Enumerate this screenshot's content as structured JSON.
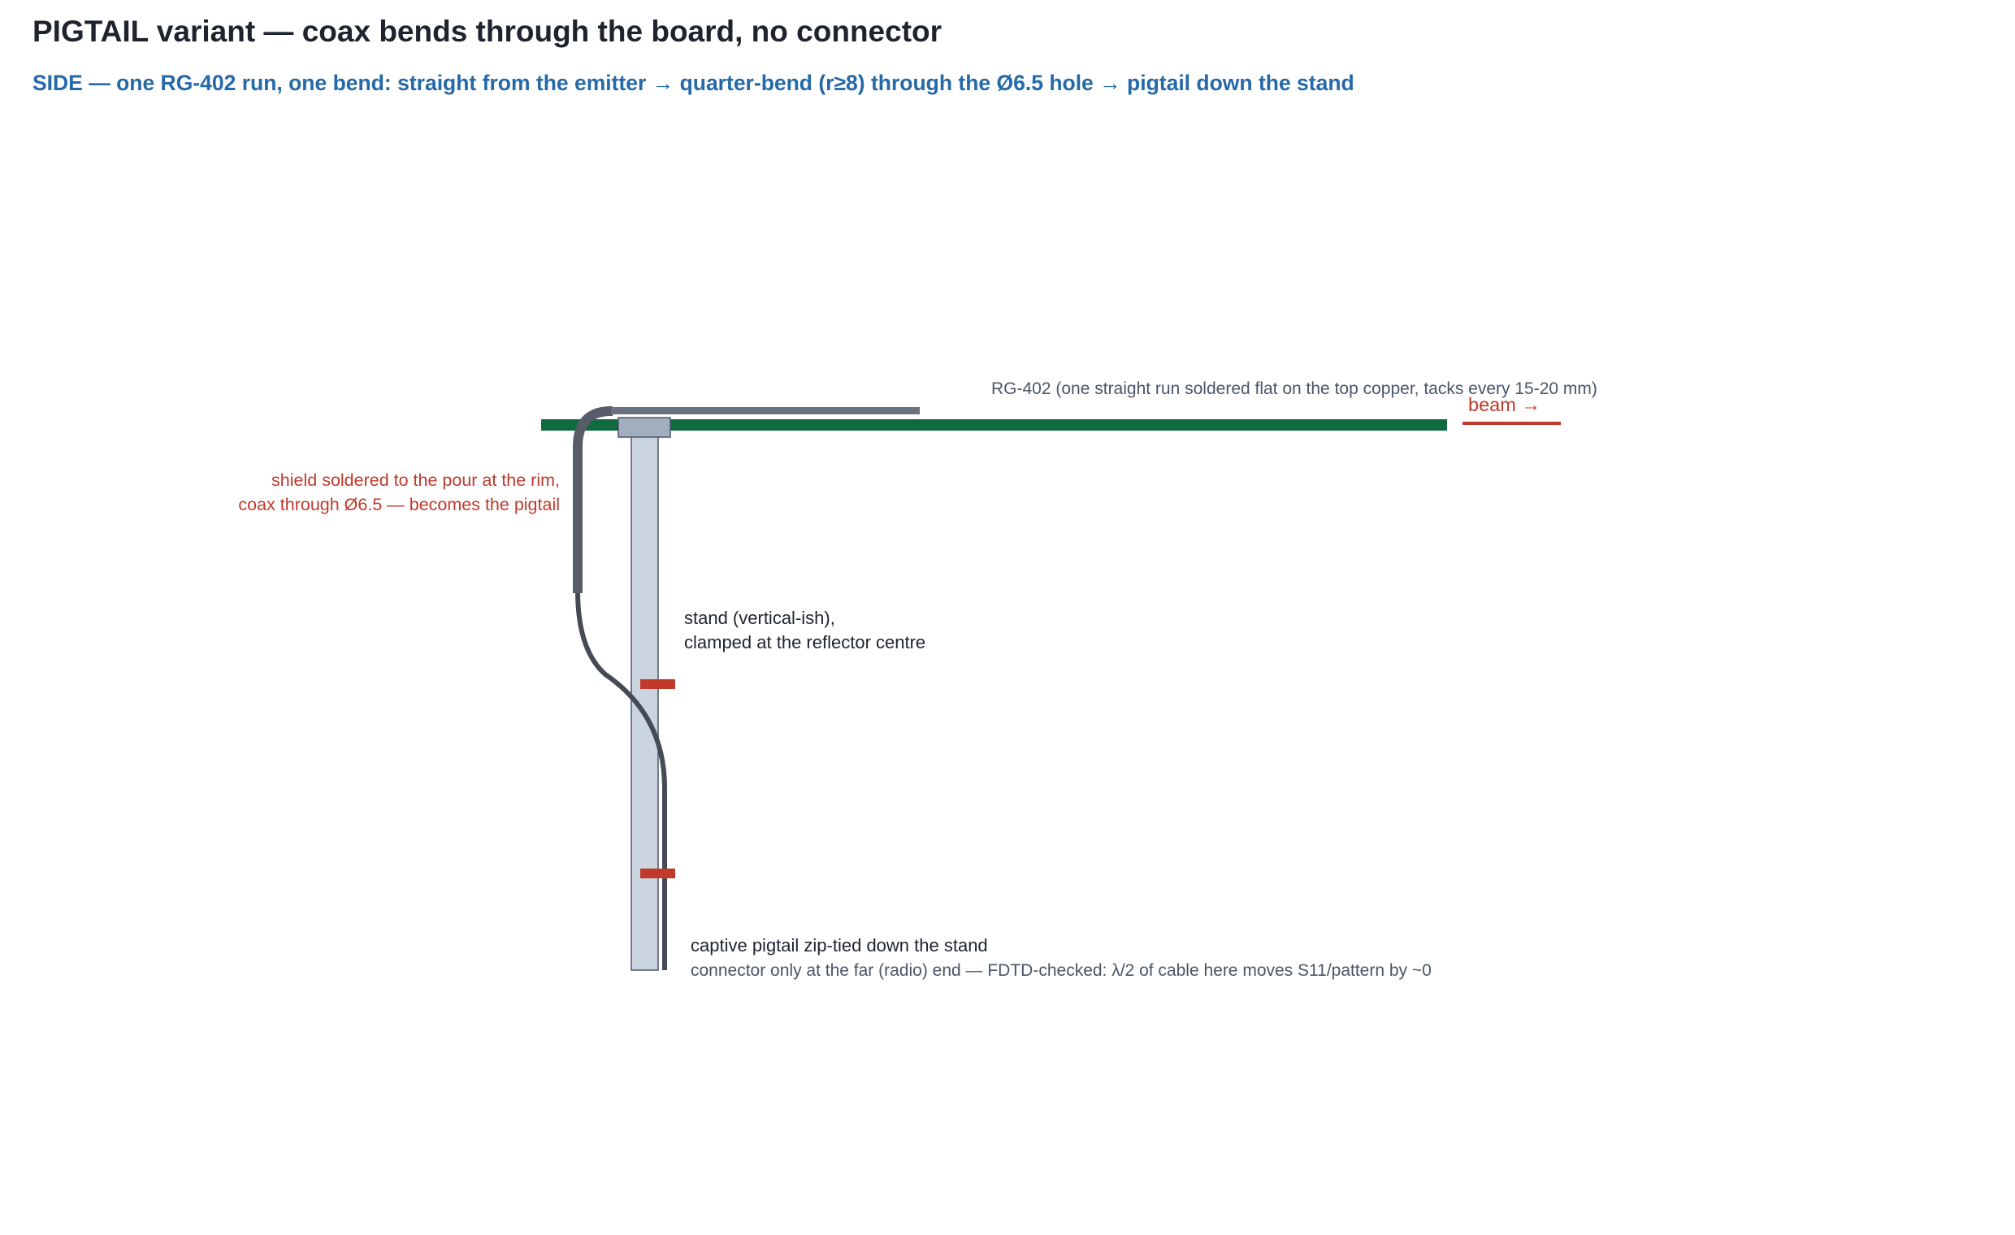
{
  "header": {
    "title": "PIGTAIL variant — coax bends through the board, no connector",
    "subtitle": "SIDE — one RG-402 run, one bend: straight from the emitter → quarter-bend (r≥8) through the Ø6.5 hole → pigtail down the stand"
  },
  "labels": {
    "rg402": "RG-402 (one straight run soldered flat on the top copper, tacks every 15-20 mm)",
    "beam": "beam →",
    "shield_line1": "shield soldered to the pour at the rim,",
    "shield_line2": "coax through Ø6.5 — becomes the pigtail",
    "stand_line1": "stand (vertical-ish),",
    "stand_line2": "clamped at the reflector centre",
    "pigtail_line1": "captive pigtail zip-tied down the stand",
    "pigtail_line2": "connector only at the far (radio) end — FDTD-checked: λ/2 of cable here moves S11/pattern by ~0"
  },
  "colors": {
    "board": "#0f6b3f",
    "coax_top": "#6b7280",
    "coax_bend": "#565c68",
    "pigtail": "#454a55",
    "stand_fill": "#cbd5e0",
    "stand_stroke": "#4a5568",
    "clamp_fill": "#a0aec0",
    "zip_tie": "#c0392b",
    "beam": "#c0392b"
  }
}
